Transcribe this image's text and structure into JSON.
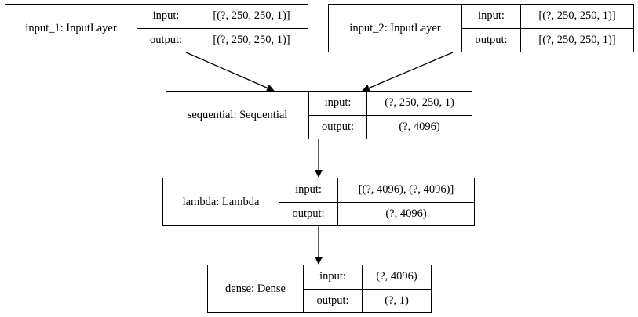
{
  "nodes": {
    "input_1": {
      "name": "input_1: InputLayer",
      "input_label": "input:",
      "input_value": "[(?, 250, 250, 1)]",
      "output_label": "output:",
      "output_value": "[(?, 250, 250, 1)]"
    },
    "input_2": {
      "name": "input_2: InputLayer",
      "input_label": "input:",
      "input_value": "[(?, 250, 250, 1)]",
      "output_label": "output:",
      "output_value": "[(?, 250, 250, 1)]"
    },
    "sequential": {
      "name": "sequential: Sequential",
      "input_label": "input:",
      "input_value": "(?, 250, 250, 1)",
      "output_label": "output:",
      "output_value": "(?, 4096)"
    },
    "lambda": {
      "name": "lambda: Lambda",
      "input_label": "input:",
      "input_value": "[(?, 4096), (?, 4096)]",
      "output_label": "output:",
      "output_value": "(?, 4096)"
    },
    "dense": {
      "name": "dense: Dense",
      "input_label": "input:",
      "input_value": "(?, 4096)",
      "output_label": "output:",
      "output_value": "(?, 1)"
    }
  },
  "edges": [
    {
      "from": "input_1",
      "to": "sequential"
    },
    {
      "from": "input_2",
      "to": "sequential"
    },
    {
      "from": "sequential",
      "to": "lambda"
    },
    {
      "from": "lambda",
      "to": "dense"
    }
  ]
}
